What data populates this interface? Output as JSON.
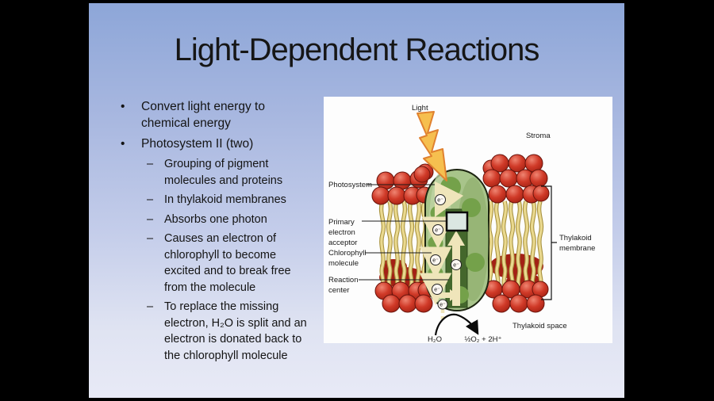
{
  "slide": {
    "title": "Light-Dependent Reactions",
    "background_top_color": "#8da6d8",
    "background_bottom_color": "#e8eaf6",
    "bullets": [
      {
        "level": 1,
        "marker": "•",
        "text": "Convert light energy to\nchemical energy"
      },
      {
        "level": 1,
        "marker": "•",
        "text": "Photosystem II (two)"
      },
      {
        "level": 2,
        "marker": "–",
        "text": "Grouping of pigment\nmolecules and proteins"
      },
      {
        "level": 2,
        "marker": "–",
        "text": "In thylakoid membranes"
      },
      {
        "level": 2,
        "marker": "–",
        "text": "Absorbs one photon"
      },
      {
        "level": 2,
        "marker": "–",
        "text": "Causes an electron of\nchlorophyll to become\nexcited and to break free\nfrom the molecule"
      },
      {
        "level": 2,
        "marker": "–",
        "text": "To replace the missing\nelectron, H₂O is split and an\nelectron is donated back to\nthe chlorophyll molecule"
      }
    ]
  },
  "diagram": {
    "light_label": "Light",
    "stroma_label": "Stroma",
    "photosystem_label": "Photosystem",
    "primary_acceptor_lines": [
      "Primary",
      "electron",
      "acceptor"
    ],
    "chlorophyll_lines": [
      "Chlorophyll",
      "molecule"
    ],
    "reaction_center_lines": [
      "Reaction",
      "center"
    ],
    "thylakoid_membrane_lines": [
      "Thylakoid",
      "membrane"
    ],
    "thylakoid_space_label": "Thylakoid space",
    "water_label": "H₂O",
    "oxygen_label": "½O₂ + 2H⁺",
    "electron_symbol": "e⁻",
    "colors": {
      "membrane_red": "#c93524",
      "tail_yellow": "#ead98f",
      "photosystem_green": "#a8c48a",
      "chlorophyll_green": "#74a14a",
      "reaction_center_green": "#44672c",
      "arrow_cream": "#efe5ba",
      "bolt_yellow": "#f6bf4f"
    }
  }
}
